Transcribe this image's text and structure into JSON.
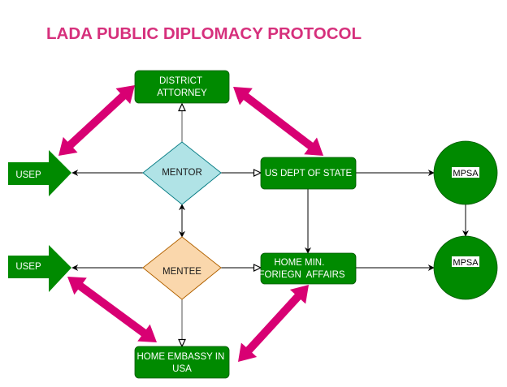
{
  "title": "LADA PUBLIC DIPLOMACY PROTOCOL",
  "colors": {
    "title": "#d6307c",
    "green_fill": "#008a00",
    "green_stroke": "#005700",
    "node_text": "#ffffff",
    "mentor_fill": "#b0e3e6",
    "mentor_stroke": "#0e8088",
    "mentee_fill": "#fad7ac",
    "mentee_stroke": "#b46504",
    "diamond_text": "#1a1a1a",
    "connector": "#000000",
    "relation_arrow": "#d80073"
  },
  "nodes": {
    "district_attorney": [
      "DISTRICT",
      "ATTORNEY"
    ],
    "mentor": "MENTOR",
    "mentee": "MENTEE",
    "usep_top": "USEP",
    "usep_bottom": "USEP",
    "us_dept_of_state": "US DEPT OF STATE",
    "home_min_foreign_affairs": [
      "HOME MIN.",
      "FORIEGN  AFFAIRS"
    ],
    "home_embassy": [
      "HOME EMBASSY IN",
      "USA"
    ],
    "mpsa_top": "MPSA",
    "mpsa_bottom": "MPSA"
  },
  "connectors": [
    {
      "from": "mentor",
      "to": "district_attorney",
      "head": "open-triangle"
    },
    {
      "from": "mentor",
      "to": "usep_top",
      "head": "filled"
    },
    {
      "from": "mentor",
      "to": "us_dept_of_state",
      "head": "open-triangle"
    },
    {
      "from": "mentor",
      "to": "mentee",
      "head": "filled-both"
    },
    {
      "from": "us_dept_of_state",
      "to": "mpsa_top",
      "head": "filled"
    },
    {
      "from": "us_dept_of_state",
      "to": "home_min_foreign_affairs",
      "head": "filled"
    },
    {
      "from": "mpsa_top",
      "to": "mpsa_bottom",
      "head": "filled"
    },
    {
      "from": "mentee",
      "to": "usep_bottom",
      "head": "filled"
    },
    {
      "from": "mentee",
      "to": "home_min_foreign_affairs",
      "head": "open-triangle"
    },
    {
      "from": "mentee",
      "to": "home_embassy",
      "head": "open-triangle"
    },
    {
      "from": "home_min_foreign_affairs",
      "to": "mpsa_bottom",
      "head": "filled"
    }
  ],
  "relations": [
    {
      "between": [
        "usep_top",
        "district_attorney"
      ],
      "style": "double-headed"
    },
    {
      "between": [
        "district_attorney",
        "us_dept_of_state"
      ],
      "style": "double-headed"
    },
    {
      "between": [
        "usep_bottom",
        "home_embassy"
      ],
      "style": "double-headed"
    },
    {
      "between": [
        "home_embassy",
        "home_min_foreign_affairs"
      ],
      "style": "double-headed"
    }
  ]
}
